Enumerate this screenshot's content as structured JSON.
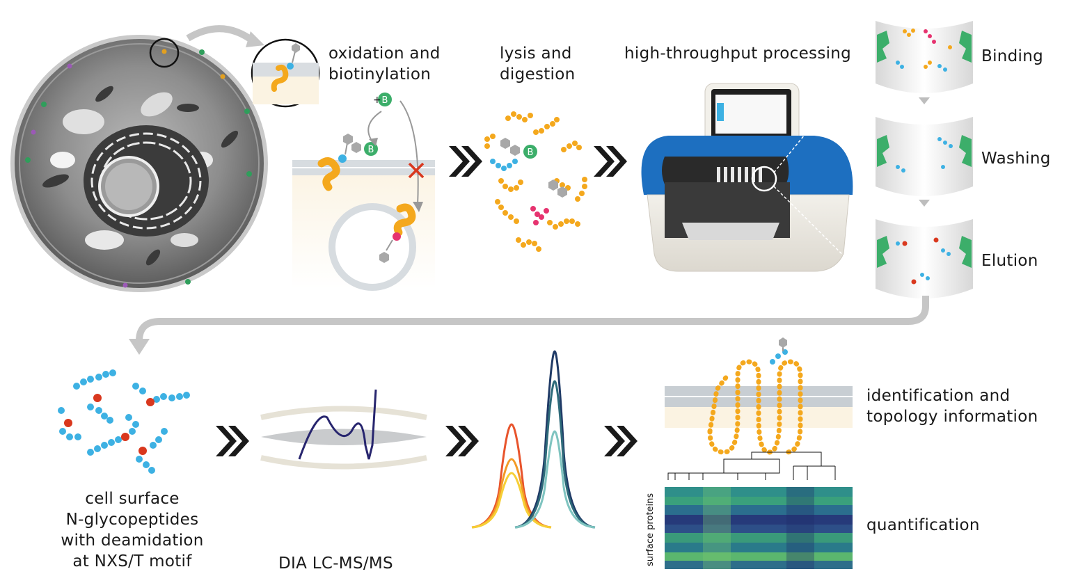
{
  "labels": {
    "oxidation": "oxidation and\nbiotinylation",
    "lysis": "lysis and\ndigestion",
    "processing": "high-throughput processing",
    "binding": "Binding",
    "washing": "Washing",
    "elution": "Elution",
    "glycopeptides": "cell surface\nN-glycopeptides\nwith deamidation\nat NXS/T motif",
    "dia": "DIA LC-MS/MS",
    "identification": "identification and\ntopology information",
    "quantification": "quantification",
    "surface_proteins": "surface proteins",
    "biotin_symbol": "B",
    "plus_biotin": "+"
  },
  "colors": {
    "orange_peptide": "#f4a81d",
    "blue_peptide": "#3db1e3",
    "pink_peptide": "#e6336f",
    "deamidation_red": "#d9381e",
    "biotin_green": "#3cae6a",
    "glycan_gray": "#a0a0a0",
    "arrow_gray": "#bdbdbd",
    "chevron": "#1a1a1a",
    "instrument_blue": "#1d6fc0",
    "membrane_gray": "#c8ced3",
    "heatmap_dark": "#2b3f7e",
    "heatmap_mid": "#2f8f8a",
    "heatmap_light": "#7bc96f"
  }
}
